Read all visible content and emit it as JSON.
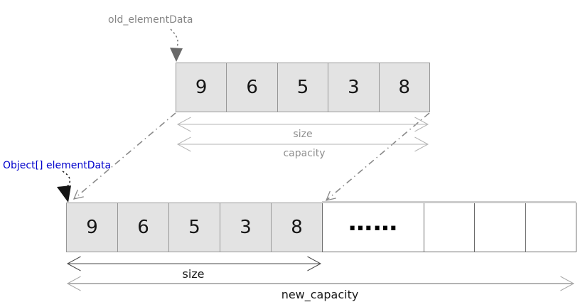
{
  "old_array": {
    "pointer_label": "old_elementData",
    "cells": [
      "9",
      "6",
      "5",
      "3",
      "8"
    ],
    "size_label": "size",
    "capacity_label": "capacity"
  },
  "new_array": {
    "pointer_label": "Object[] elementData",
    "cells": [
      "9",
      "6",
      "5",
      "3",
      "8"
    ],
    "ellipsis_label": "……",
    "empty_cell_count": 3,
    "size_label": "size",
    "capacity_label": "new_capacity"
  },
  "colors": {
    "cell_fill": "#e3e3e3",
    "cell_border": "#979797",
    "white_cell_border": "#6b6b6b",
    "gray_label": "#858585",
    "blue_label": "#0000cc",
    "dark_label": "#1a1a1a",
    "pointer_gray": "#777777",
    "pointer_gray_head": "#696969",
    "pointer_black": "#151515",
    "dashdot_gray": "#8a8a8a",
    "dim_light": "#b5b5b5",
    "dim_dark": "#4a4a4a",
    "dim_mid": "#a8a8a8"
  }
}
